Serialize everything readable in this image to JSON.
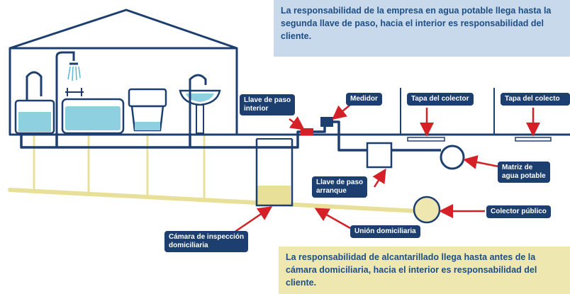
{
  "notes": {
    "company": "La responsabilidad de la empresa en agua potable llega hasta la segunda llave de paso, hacia el interior es responsabilidad del cliente.",
    "sewer": "La responsabilidad de alcantarillado llega hasta antes de la cámara domiciliaria, hacia el interior es responsabilidad del cliente."
  },
  "labels": {
    "valve_interior": [
      "Llave de paso",
      "interior"
    ],
    "meter": "Medidor",
    "collector_lid_1": "Tapa del colector",
    "collector_lid_2": "Tapa del colecto",
    "water_main": [
      "Matriz de",
      "agua potable"
    ],
    "valve_start": [
      "Llave de paso",
      "arranque"
    ],
    "public_collector": "Colector público",
    "home_connection": "Unión domiciliaria",
    "inspection_chamber": [
      "Cámara de inspección",
      "domiciliaria"
    ]
  },
  "colors": {
    "pipe_water": "#1d3f6f",
    "water": "#8fd0e0",
    "sewage": "#e8df98",
    "note_blue": "#c8d9ec",
    "note_yellow": "#efe7b0",
    "label_bg": "#1d3f6f",
    "arrow": "#d62027"
  }
}
